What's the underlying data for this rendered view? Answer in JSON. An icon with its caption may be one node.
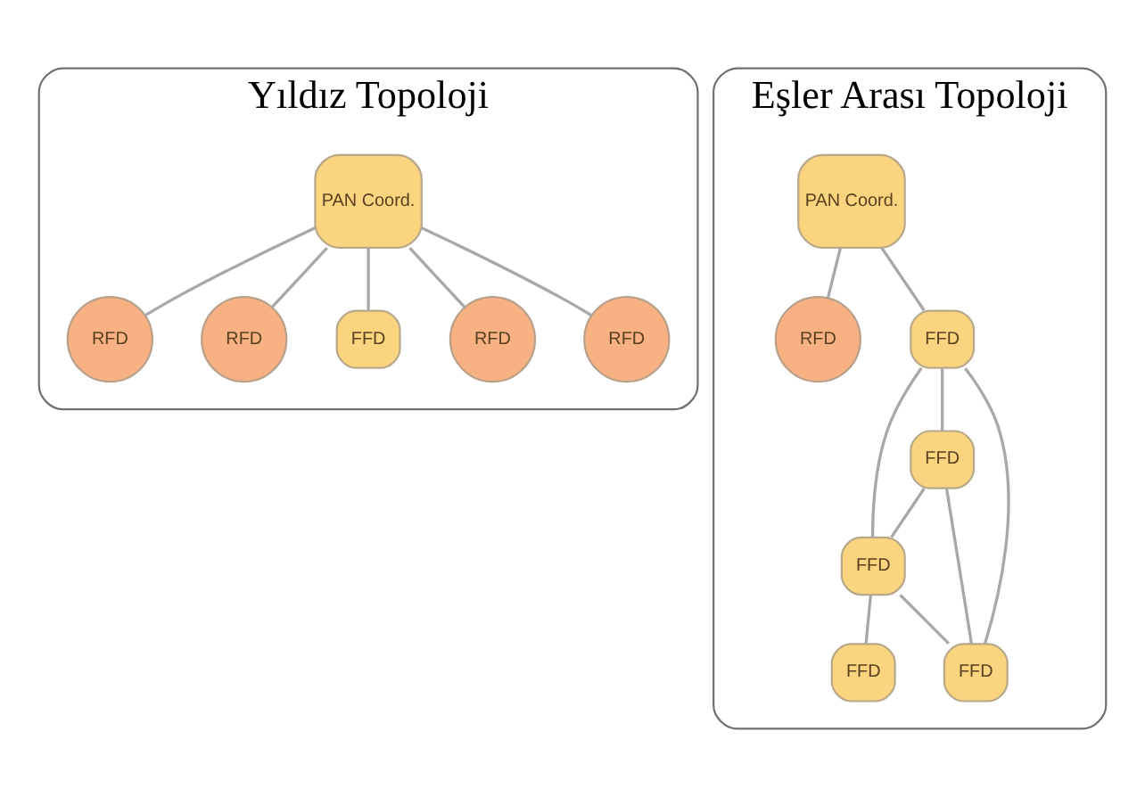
{
  "diagram": {
    "nodes": [
      {
        "text": [
          "Yıldız Topoloji"
        ]
      },
      {
        "text": [
          "RFD"
        ],
        "in": 0
      },
      {
        "text": [
          "RFD"
        ],
        "in": 0
      },
      {
        "text": [
          "FFD"
        ],
        "in": 0
      },
      {
        "text": [
          "PAN Coord."
        ],
        "in": 0
      },
      {
        "text": [
          "RFD"
        ],
        "in": 0
      },
      {
        "text": [
          "RFD"
        ],
        "in": 0
      },
      {
        "text": [
          "Eşler Arası Topoloji"
        ]
      },
      {
        "text": [
          "RFD"
        ],
        "in": 7
      },
      {
        "text": [
          "PAN Coord."
        ],
        "in": 7
      },
      {
        "text": [
          "FFD"
        ],
        "in": 7
      },
      {
        "text": [
          "FFD"
        ],
        "in": 7
      },
      {
        "text": [
          "FFD"
        ],
        "in": 7
      },
      {
        "text": [
          "FFD"
        ],
        "in": 7
      },
      {
        "text": [
          "FFD"
        ],
        "in": 7
      }
    ],
    "edges": [
      {
        "from": 4,
        "to": 1,
        "arrow": "none"
      },
      {
        "from": 4,
        "to": 2,
        "arrow": "none"
      },
      {
        "from": 4,
        "to": 3,
        "arrow": "none"
      },
      {
        "from": 4,
        "to": 5,
        "arrow": "none"
      },
      {
        "from": 4,
        "to": 6,
        "arrow": "none"
      },
      {
        "from": 9,
        "to": 8,
        "arrow": "none"
      },
      {
        "from": 9,
        "to": 10,
        "arrow": "none"
      },
      {
        "from": 10,
        "to": 11,
        "arrow": "none"
      },
      {
        "from": 10,
        "to": 14,
        "arrow": "none"
      },
      {
        "from": 10,
        "to": 12,
        "arrow": "none"
      },
      {
        "from": 11,
        "to": 12,
        "arrow": "none"
      },
      {
        "from": 11,
        "to": 14,
        "arrow": "none"
      },
      {
        "from": 12,
        "to": 14,
        "arrow": "none"
      },
      {
        "from": 12,
        "to": 13,
        "arrow": "none"
      }
    ]
  }
}
